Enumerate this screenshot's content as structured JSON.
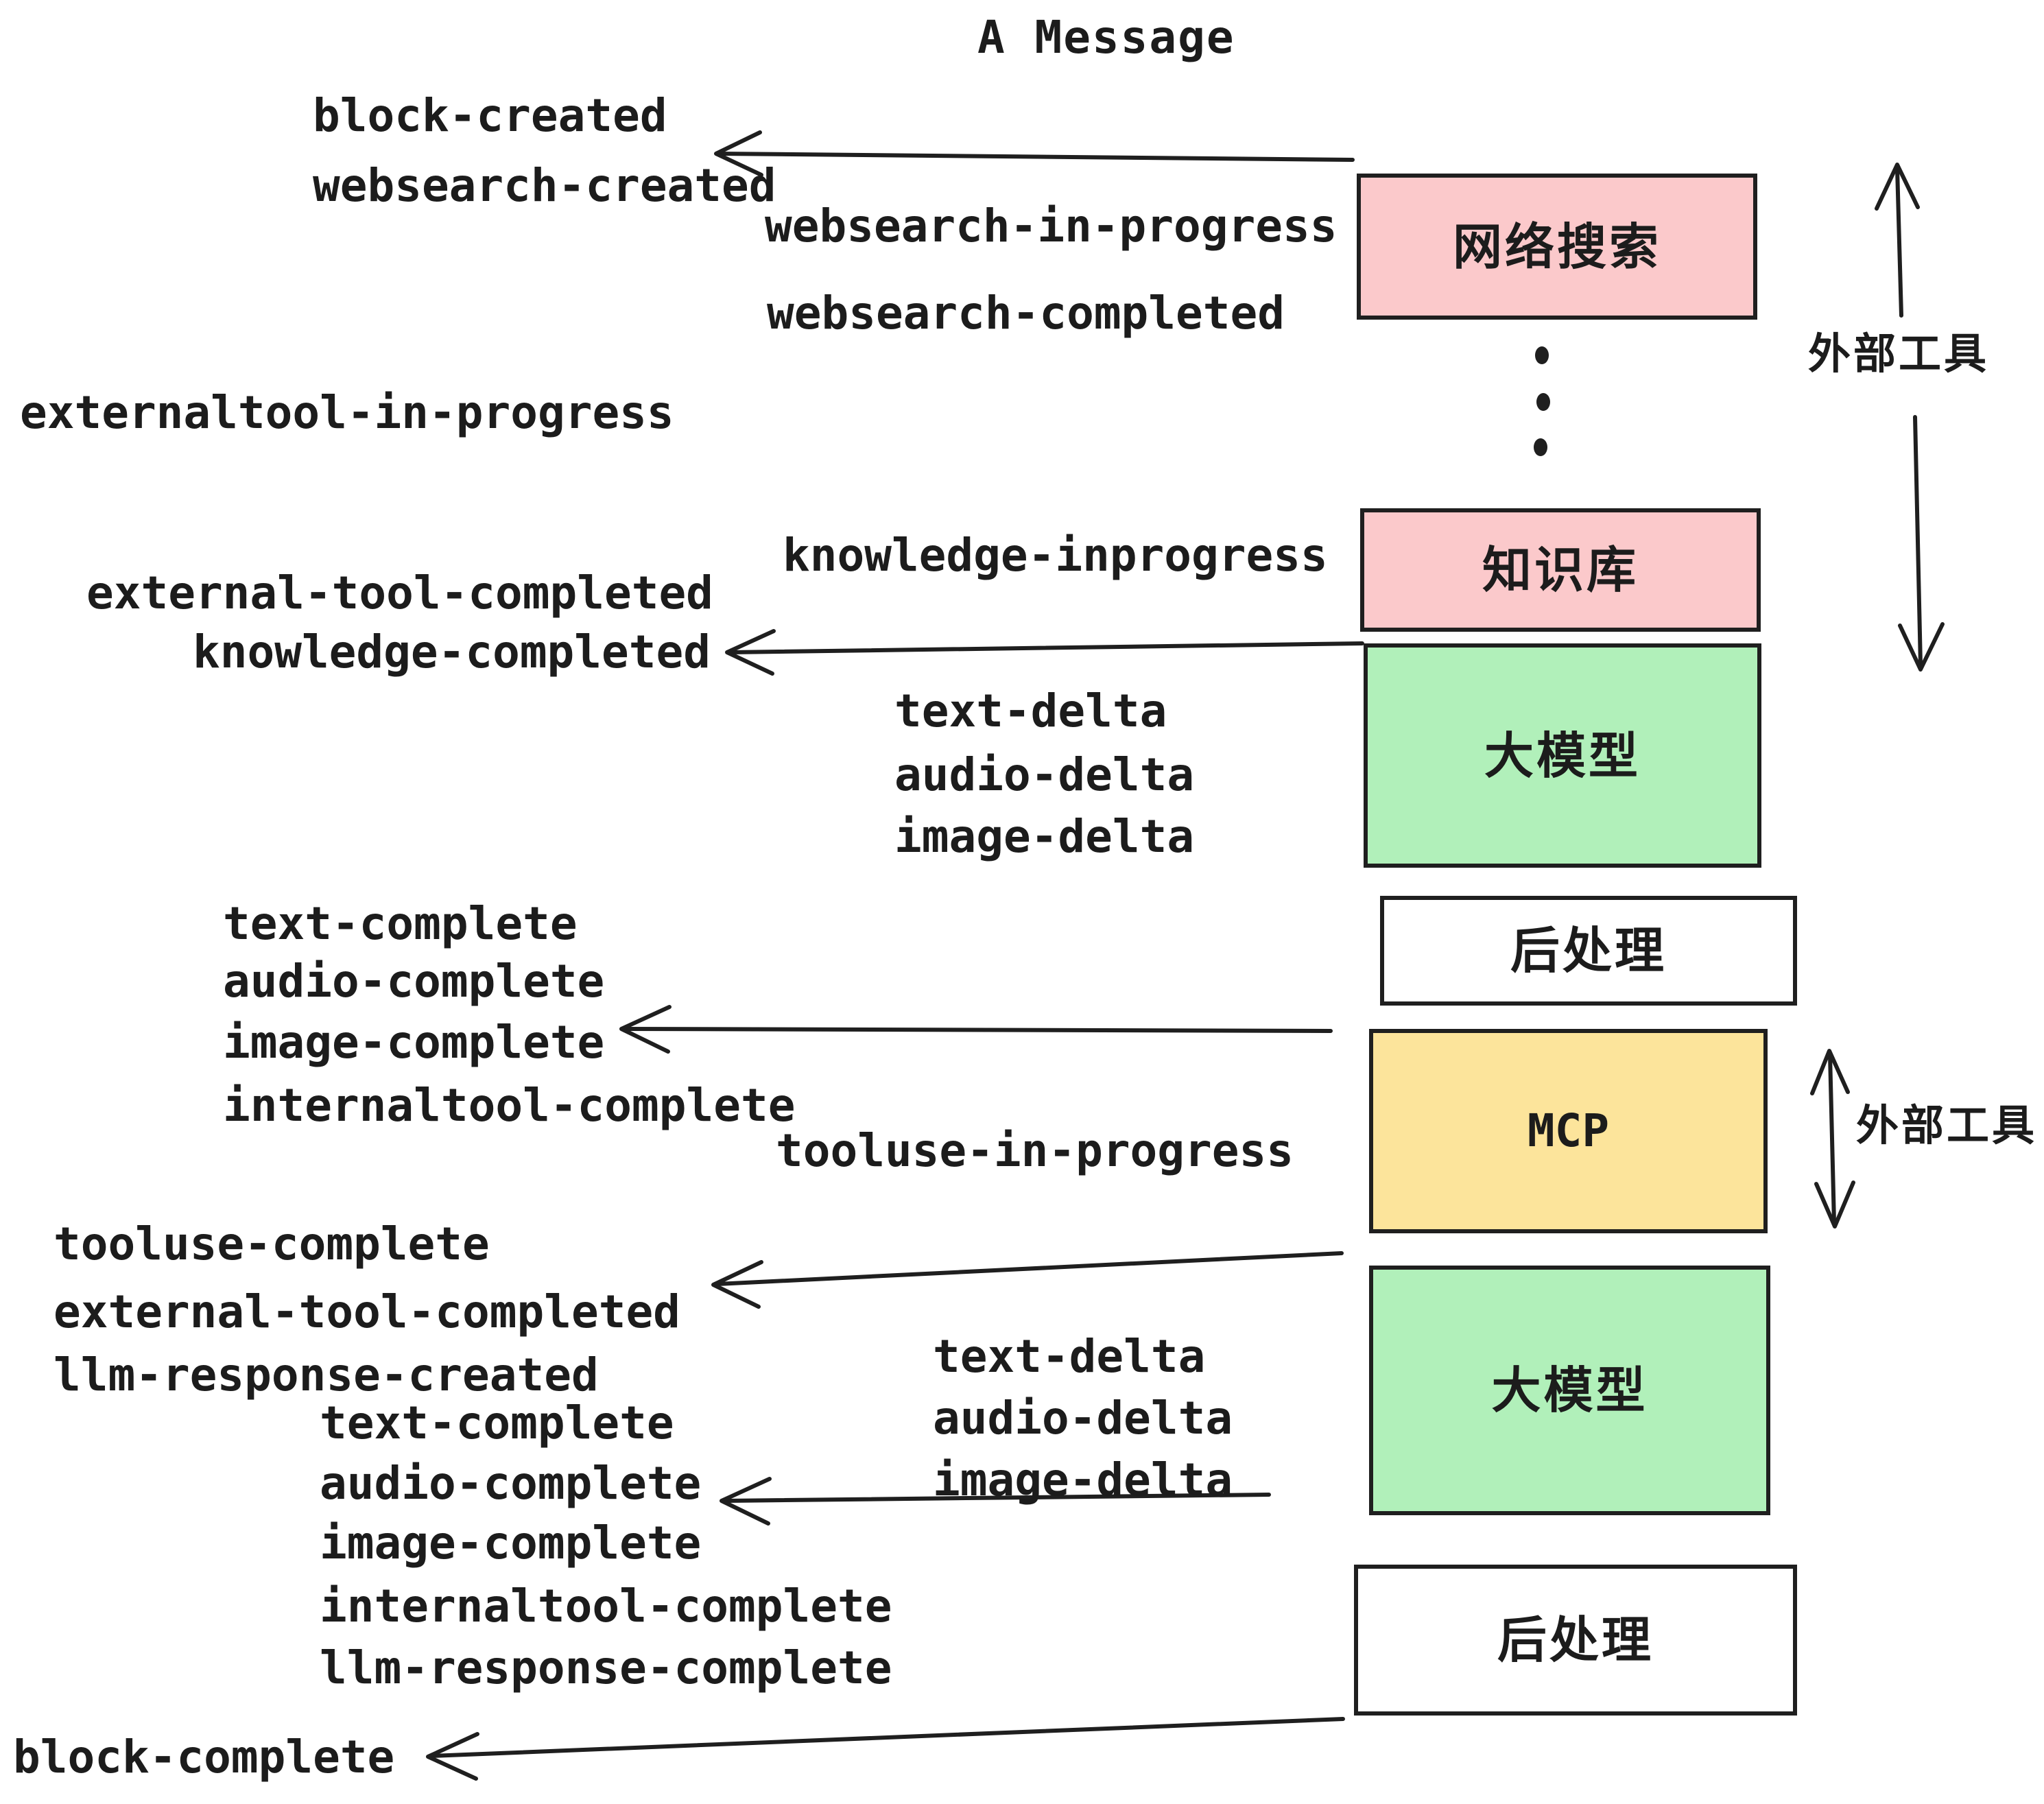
{
  "title": "A Message",
  "event_labels": [
    {
      "id": "block-created",
      "text": "block-created"
    },
    {
      "id": "websearch-created",
      "text": "websearch-created"
    },
    {
      "id": "websearch-in-progress",
      "text": "websearch-in-progress"
    },
    {
      "id": "websearch-completed",
      "text": "websearch-completed"
    },
    {
      "id": "externaltool-in-progress",
      "text": "externaltool-in-progress"
    },
    {
      "id": "knowledge-inprogress",
      "text": "knowledge-inprogress"
    },
    {
      "id": "external-tool-completed",
      "text": "external-tool-completed"
    },
    {
      "id": "knowledge-completed",
      "text": "knowledge-completed"
    },
    {
      "id": "text-delta-1",
      "text": "text-delta"
    },
    {
      "id": "audio-delta-1",
      "text": "audio-delta"
    },
    {
      "id": "image-delta-1",
      "text": "image-delta"
    },
    {
      "id": "text-complete-1",
      "text": "text-complete"
    },
    {
      "id": "audio-complete-1",
      "text": "audio-complete"
    },
    {
      "id": "image-complete-1",
      "text": "image-complete"
    },
    {
      "id": "internaltool-complete-1",
      "text": "internaltool-complete"
    },
    {
      "id": "tooluse-in-progress",
      "text": "tooluse-in-progress"
    },
    {
      "id": "tooluse-complete",
      "text": "tooluse-complete"
    },
    {
      "id": "external-tool-completed-2",
      "text": "external-tool-completed"
    },
    {
      "id": "llm-response-created",
      "text": "llm-response-created"
    },
    {
      "id": "text-complete-2",
      "text": "text-complete"
    },
    {
      "id": "audio-complete-2",
      "text": "audio-complete"
    },
    {
      "id": "image-complete-2",
      "text": "image-complete"
    },
    {
      "id": "internaltool-complete-2",
      "text": "internaltool-complete"
    },
    {
      "id": "llm-response-complete",
      "text": "llm-response-complete"
    },
    {
      "id": "block-complete",
      "text": "block-complete"
    }
  ],
  "pipeline_boxes": [
    {
      "id": "websearch",
      "label": "网络搜索",
      "fill": "#fbc9cb"
    },
    {
      "id": "knowledge",
      "label": "知识库",
      "fill": "#fbc9cb"
    },
    {
      "id": "llm-1",
      "label": "大模型",
      "fill": "#b1f0ba"
    },
    {
      "id": "post-1",
      "label": "后处理",
      "fill": "#ffffff"
    },
    {
      "id": "mcp",
      "label": "MCP",
      "fill": "#fce49b"
    },
    {
      "id": "llm-2",
      "label": "大模型",
      "fill": "#b1f0ba"
    },
    {
      "id": "post-2",
      "label": "后处理",
      "fill": "#ffffff"
    }
  ],
  "side_annotations": [
    {
      "id": "external-tools-top",
      "text": "外部工具"
    },
    {
      "id": "external-tools-mcp",
      "text": "外部工具"
    }
  ],
  "colors": {
    "background": "#ffffff",
    "ink": "#1f1f1f",
    "pink": "#fbc9cb",
    "green": "#b1f0ba",
    "yellow": "#fce49b"
  }
}
